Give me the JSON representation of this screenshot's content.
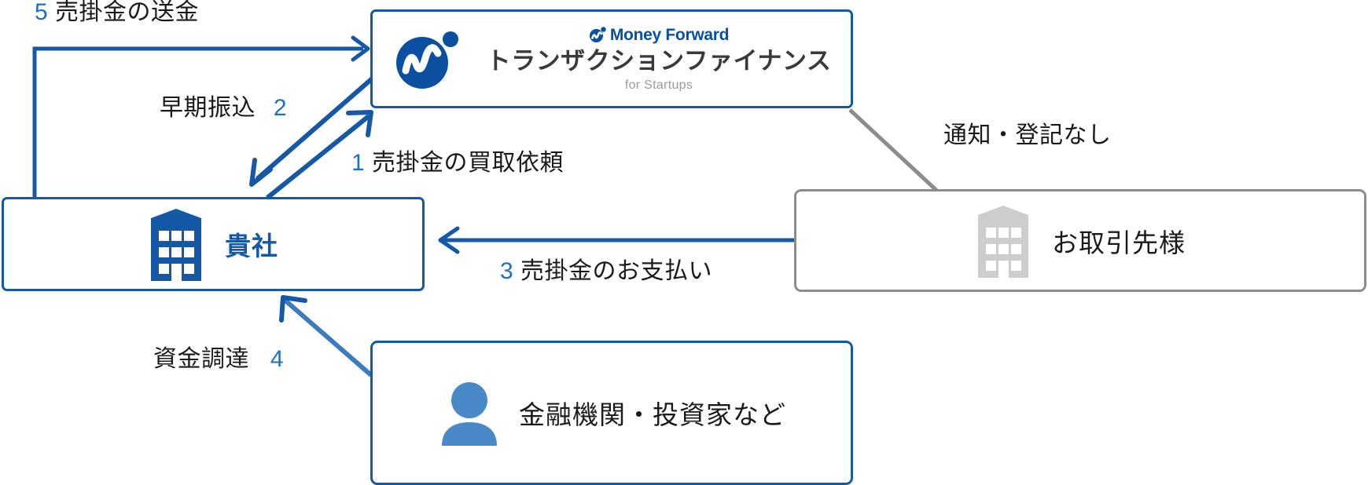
{
  "diagram": {
    "title_colors": {
      "primary_blue": "#1558a6",
      "arrow_blue": "#1f6fc4",
      "gray": "#8c8c8c",
      "icon_light_blue": "#4a89c7",
      "brand_blue": "#0a4fa0",
      "text_dark": "#1a1a1a",
      "sub_gray": "#9b9b9b"
    },
    "nodes": {
      "money_forward": {
        "brand_name": "Money Forward",
        "product_name": "トランザクションファイナンス",
        "tagline": "for Startups",
        "logo_icon": "money-forward-logo-icon",
        "brand_mark_icon": "money-forward-mark-icon"
      },
      "your_company": {
        "label": "貴社",
        "icon": "building-icon"
      },
      "client": {
        "label": "お取引先様",
        "icon": "building-icon"
      },
      "financial": {
        "label": "金融機関・投資家など",
        "icon": "person-icon"
      }
    },
    "edges": [
      {
        "num": "1",
        "text": "売掛金の買取依頼",
        "from": "your_company",
        "to": "money_forward"
      },
      {
        "num": "2",
        "text": "早期振込",
        "from": "money_forward",
        "to": "your_company"
      },
      {
        "num": "3",
        "text": "売掛金のお支払い",
        "from": "client",
        "to": "your_company"
      },
      {
        "num": "4",
        "text": "資金調達",
        "from": "financial",
        "to": "your_company"
      },
      {
        "num": "5",
        "text": "売掛金の送金",
        "from": "your_company",
        "to": "money_forward"
      }
    ],
    "annotations": [
      {
        "text": "通知・登記なし",
        "between": "money_forward-client"
      }
    ],
    "labels": {
      "lbl1_num": "1",
      "lbl1_text": "売掛金の買取依頼",
      "lbl2_num": "2",
      "lbl2_text": "早期振込",
      "lbl3_num": "3",
      "lbl3_text": "売掛金のお支払い",
      "lbl4_num": "4",
      "lbl4_text": "資金調達",
      "lbl5_num": "5",
      "lbl5_text": "売掛金の送金",
      "annotation_no_notice": "通知・登記なし"
    }
  }
}
